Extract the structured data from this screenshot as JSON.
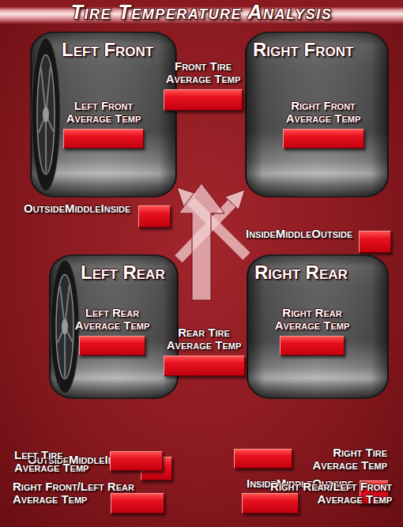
{
  "diagram": {
    "title": "Tire Temperature Analysis",
    "nodes": [
      {
        "text": [
          "Left Front"
        ]
      },
      {
        "text": [
          "Left Front Average Temp"
        ],
        "in": 0
      },
      {
        "text": [
          "Front Tire Average Temp"
        ]
      },
      {
        "text": [
          "Right Front"
        ]
      },
      {
        "text": [
          "Right Front Average Temp"
        ],
        "in": 3
      },
      {
        "text": [
          "Outside",
          "Middle",
          "Inside"
        ]
      },
      {
        "text": [
          "Inside",
          "Middle",
          "Outside"
        ]
      },
      {
        "text": [
          "Left Rear"
        ]
      },
      {
        "text": [
          "Left Rear Average Temp"
        ],
        "in": 7
      },
      {
        "text": [
          "Rear Tire Average Temp"
        ]
      },
      {
        "text": [
          "Right Rear"
        ]
      },
      {
        "text": [
          "Right Rear Average Temp"
        ],
        "in": 10
      },
      {
        "text": [
          "Outside",
          "Middle",
          "Inside"
        ]
      },
      {
        "text": [
          "Inside",
          "Middle",
          "Outside"
        ]
      },
      {
        "text": [
          "Left Tire Average Temp"
        ]
      },
      {
        "text": [
          "Right Tire Average Temp"
        ]
      },
      {
        "text": [
          "Right Front/Left Rear Average Temp"
        ]
      },
      {
        "text": [
          "Right Rear/Left Front Average Temp"
        ]
      }
    ],
    "edges": [
      {
        "from": 7,
        "to": 3,
        "arrow": "to"
      },
      {
        "from": 10,
        "to": 0,
        "arrow": "to"
      }
    ]
  }
}
